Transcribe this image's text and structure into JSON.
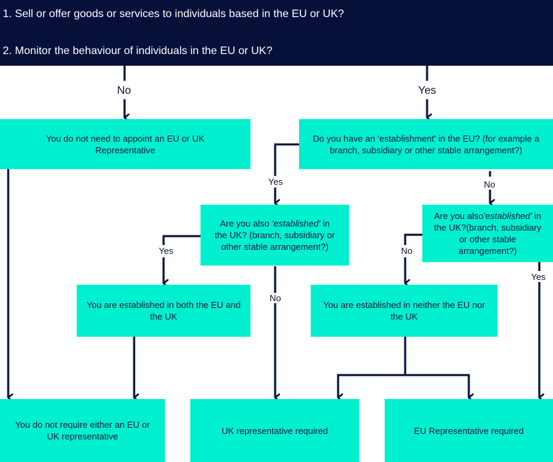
{
  "header": {
    "question1": "1. Sell or offer goods or services to individuals based in the EU or UK?",
    "question2": "2. Monitor the behaviour of individuals in the EU or UK?"
  },
  "labels": {
    "top_no": "No",
    "top_yes": "Yes",
    "establishment_yes": "Yes",
    "establishment_no": "No",
    "uk_yes": "Yes",
    "uk_no": "No",
    "uk2_no": "No",
    "uk2_yes": "Yes"
  },
  "boxes": {
    "no_need": "You do not need to appoint an EU or UK Representative",
    "establishment_q": "Do you have an 'establishment' in the EU? (for example a branch, subsidiary or other stable arrangement?)",
    "uk_established_q": {
      "pre": "Are you also ",
      "em": "'established'",
      "post": " in the UK? (branch, subsidiary or other stable arrangement?)"
    },
    "uk_established_q2": {
      "pre": "Are you also",
      "em": "'established'",
      "post": " in the UK?(branch, subsidiary or other stable arrangement?)"
    },
    "both": "You are established in both the EU and the UK",
    "neither": "You are established in neither the EU nor the UK",
    "none_required": "You do not require either an EU or UK representative",
    "uk_required": "UK representative required",
    "eu_required": "EU Representative required"
  },
  "colors": {
    "header_bg": "#061039",
    "box_fill": "#00f0cf",
    "line": "#061039"
  }
}
